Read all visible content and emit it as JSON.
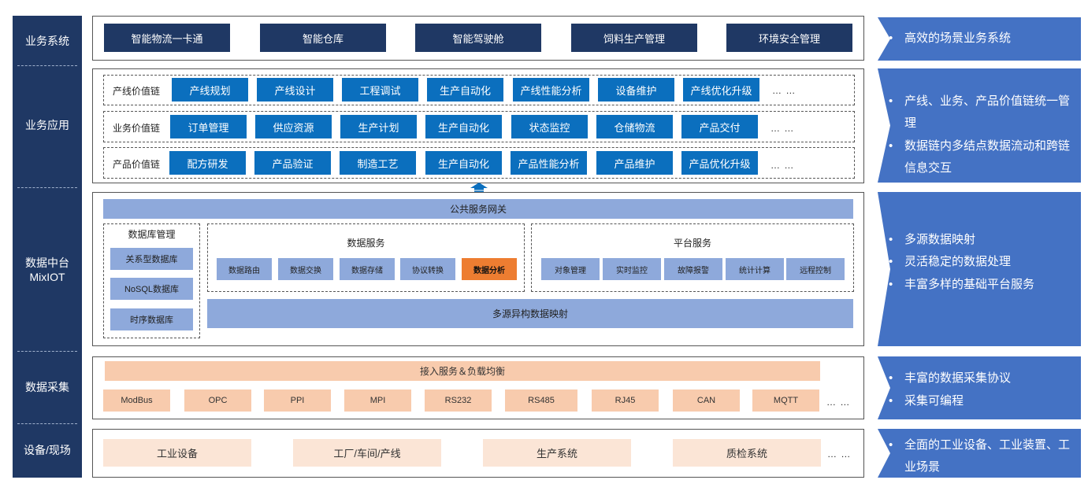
{
  "left_labels": [
    "业务系统",
    "业务应用",
    "数据中台",
    "MixIOT",
    "数据采集",
    "设备/现场"
  ],
  "business_systems": [
    "智能物流一卡通",
    "智能仓库",
    "智能驾驶舱",
    "饲料生产管理",
    "环境安全管理"
  ],
  "app_rows": [
    {
      "label": "产线价值链",
      "items": [
        "产线规划",
        "产线设计",
        "工程调试",
        "生产自动化",
        "产线性能分析",
        "设备维护",
        "产线优化升级"
      ]
    },
    {
      "label": "业务价值链",
      "items": [
        "订单管理",
        "供应资源",
        "生产计划",
        "生产自动化",
        "状态监控",
        "仓储物流",
        "产品交付"
      ]
    },
    {
      "label": "产品价值链",
      "items": [
        "配方研发",
        "产品验证",
        "制造工艺",
        "生产自动化",
        "产品性能分析",
        "产品维护",
        "产品优化升级"
      ]
    }
  ],
  "ellipsis": "… …",
  "middle": {
    "gateway": "公共服务网关",
    "db_title": "数据库管理",
    "db_items": [
      "关系型数据库",
      "NoSQL数据库",
      "时序数据库"
    ],
    "data_service_title": "数据服务",
    "data_service_items": [
      "数据路由",
      "数据交换",
      "数据存储",
      "协议转换",
      "数据分析"
    ],
    "platform_title": "平台服务",
    "platform_items": [
      "对象管理",
      "实时监控",
      "故障报警",
      "统计计算",
      "远程控制"
    ],
    "mapping": "多源异构数据映射"
  },
  "collection": {
    "access": "接入服务＆负载均衡",
    "protocols": [
      "ModBus",
      "OPC",
      "PPI",
      "MPI",
      "RS232",
      "RS485",
      "RJ45",
      "CAN",
      "MQTT"
    ]
  },
  "field": [
    "工业设备",
    "工厂/车间/产线",
    "生产系统",
    "质检系统"
  ],
  "right": [
    [
      "高效的场景业务系统"
    ],
    [
      "产线、业务、产品价值链统一管理",
      "数据链内多结点数据流动和跨链信息交互"
    ],
    [
      "多源数据映射",
      "灵活稳定的数据处理",
      "丰富多样的基础平台服务"
    ],
    [
      "丰富的数据采集协议",
      "采集可编程"
    ],
    [
      "全面的工业设备、工业装置、工业场景"
    ]
  ],
  "colors": {
    "navy": "#1f3864",
    "blue": "#0b6fbe",
    "lavender": "#8ea9db",
    "orange": "#ed7d31",
    "peach": "#f8cbad",
    "light_peach": "#fbe5d6",
    "right_panel": "#4472c4"
  }
}
